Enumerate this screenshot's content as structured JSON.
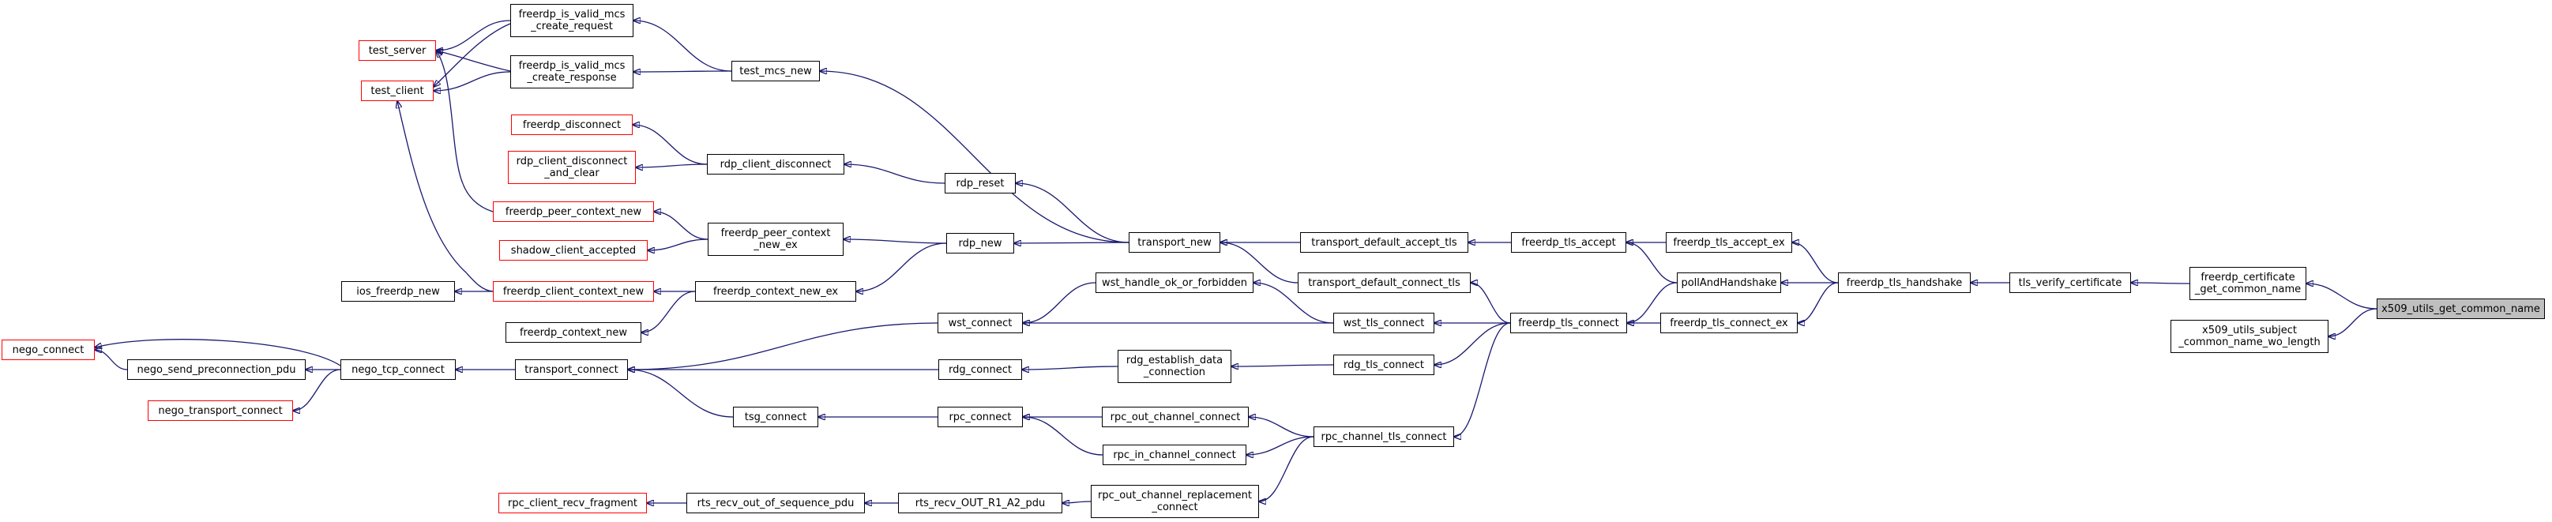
{
  "graph": {
    "root": "x509_utils_get_common_name",
    "nodes": [
      {
        "id": "x509_utils_get_common_name",
        "label": "x509_utils_get_common_name",
        "root": true
      },
      {
        "id": "freerdp_certificate_get_common_name",
        "label": "freerdp_certificate\n_get_common_name"
      },
      {
        "id": "x509_utils_subject_common_name_wo_length",
        "label": "x509_utils_subject\n_common_name_wo_length"
      },
      {
        "id": "tls_verify_certificate",
        "label": "tls_verify_certificate"
      },
      {
        "id": "freerdp_tls_handshake",
        "label": "freerdp_tls_handshake"
      },
      {
        "id": "freerdp_tls_accept_ex",
        "label": "freerdp_tls_accept_ex"
      },
      {
        "id": "pollAndHandshake",
        "label": "pollAndHandshake"
      },
      {
        "id": "freerdp_tls_connect_ex",
        "label": "freerdp_tls_connect_ex"
      },
      {
        "id": "freerdp_tls_accept",
        "label": "freerdp_tls_accept"
      },
      {
        "id": "freerdp_tls_connect",
        "label": "freerdp_tls_connect"
      },
      {
        "id": "transport_default_accept_tls",
        "label": "transport_default_accept_tls"
      },
      {
        "id": "transport_default_connect_tls",
        "label": "transport_default_connect_tls"
      },
      {
        "id": "wst_tls_connect",
        "label": "wst_tls_connect"
      },
      {
        "id": "rdg_tls_connect",
        "label": "rdg_tls_connect"
      },
      {
        "id": "rpc_channel_tls_connect",
        "label": "rpc_channel_tls_connect"
      },
      {
        "id": "transport_new",
        "label": "transport_new"
      },
      {
        "id": "wst_handle_ok_or_forbidden",
        "label": "wst_handle_ok_or_forbidden"
      },
      {
        "id": "wst_connect",
        "label": "wst_connect"
      },
      {
        "id": "rdg_establish_data_connection",
        "label": "rdg_establish_data\n_connection"
      },
      {
        "id": "rdg_connect",
        "label": "rdg_connect"
      },
      {
        "id": "rpc_out_channel_connect",
        "label": "rpc_out_channel_connect"
      },
      {
        "id": "rpc_in_channel_connect",
        "label": "rpc_in_channel_connect"
      },
      {
        "id": "rpc_out_channel_replacement_connect",
        "label": "rpc_out_channel_replacement\n_connect"
      },
      {
        "id": "rpc_connect",
        "label": "rpc_connect"
      },
      {
        "id": "rts_recv_OUT_R1_A2_pdu",
        "label": "rts_recv_OUT_R1_A2_pdu"
      },
      {
        "id": "rts_recv_out_of_sequence_pdu",
        "label": "rts_recv_out_of_sequence_pdu"
      },
      {
        "id": "rpc_client_recv_fragment",
        "label": "rpc_client_recv_fragment",
        "red": true
      },
      {
        "id": "tsg_connect",
        "label": "tsg_connect"
      },
      {
        "id": "transport_connect",
        "label": "transport_connect"
      },
      {
        "id": "nego_tcp_connect",
        "label": "nego_tcp_connect"
      },
      {
        "id": "nego_send_preconnection_pdu",
        "label": "nego_send_preconnection_pdu"
      },
      {
        "id": "nego_connect",
        "label": "nego_connect",
        "red": true
      },
      {
        "id": "nego_transport_connect",
        "label": "nego_transport_connect",
        "red": true
      },
      {
        "id": "rdp_reset",
        "label": "rdp_reset"
      },
      {
        "id": "rdp_new",
        "label": "rdp_new"
      },
      {
        "id": "test_mcs_new",
        "label": "test_mcs_new"
      },
      {
        "id": "freerdp_is_valid_mcs_create_request",
        "label": "freerdp_is_valid_mcs\n_create_request"
      },
      {
        "id": "freerdp_is_valid_mcs_create_response",
        "label": "freerdp_is_valid_mcs\n_create_response"
      },
      {
        "id": "test_server",
        "label": "test_server",
        "red": true
      },
      {
        "id": "test_client",
        "label": "test_client",
        "red": true
      },
      {
        "id": "rdp_client_disconnect",
        "label": "rdp_client_disconnect"
      },
      {
        "id": "freerdp_disconnect",
        "label": "freerdp_disconnect",
        "red": true
      },
      {
        "id": "rdp_client_disconnect_and_clear",
        "label": "rdp_client_disconnect\n_and_clear",
        "red": true
      },
      {
        "id": "freerdp_peer_context_new_ex",
        "label": "freerdp_peer_context\n_new_ex"
      },
      {
        "id": "freerdp_peer_context_new",
        "label": "freerdp_peer_context_new",
        "red": true
      },
      {
        "id": "shadow_client_accepted",
        "label": "shadow_client_accepted",
        "red": true
      },
      {
        "id": "freerdp_context_new_ex",
        "label": "freerdp_context_new_ex"
      },
      {
        "id": "freerdp_client_context_new",
        "label": "freerdp_client_context_new",
        "red": true
      },
      {
        "id": "ios_freerdp_new",
        "label": "ios_freerdp_new"
      },
      {
        "id": "freerdp_context_new",
        "label": "freerdp_context_new"
      }
    ],
    "edges": [
      [
        "freerdp_certificate_get_common_name",
        "x509_utils_get_common_name"
      ],
      [
        "x509_utils_subject_common_name_wo_length",
        "x509_utils_get_common_name"
      ],
      [
        "tls_verify_certificate",
        "freerdp_certificate_get_common_name"
      ],
      [
        "freerdp_tls_handshake",
        "tls_verify_certificate"
      ],
      [
        "freerdp_tls_accept_ex",
        "freerdp_tls_handshake"
      ],
      [
        "pollAndHandshake",
        "freerdp_tls_handshake"
      ],
      [
        "freerdp_tls_connect_ex",
        "freerdp_tls_handshake"
      ],
      [
        "freerdp_tls_accept",
        "freerdp_tls_accept_ex"
      ],
      [
        "freerdp_tls_accept",
        "pollAndHandshake"
      ],
      [
        "freerdp_tls_connect",
        "pollAndHandshake"
      ],
      [
        "freerdp_tls_connect",
        "freerdp_tls_connect_ex"
      ],
      [
        "transport_default_accept_tls",
        "freerdp_tls_accept"
      ],
      [
        "transport_default_connect_tls",
        "freerdp_tls_connect"
      ],
      [
        "wst_tls_connect",
        "freerdp_tls_connect"
      ],
      [
        "rdg_tls_connect",
        "freerdp_tls_connect"
      ],
      [
        "rpc_channel_tls_connect",
        "freerdp_tls_connect"
      ],
      [
        "transport_new",
        "transport_default_accept_tls"
      ],
      [
        "transport_new",
        "transport_default_connect_tls"
      ],
      [
        "wst_handle_ok_or_forbidden",
        "wst_tls_connect"
      ],
      [
        "wst_connect",
        "wst_tls_connect"
      ],
      [
        "wst_connect",
        "wst_handle_ok_or_forbidden"
      ],
      [
        "rdg_establish_data_connection",
        "rdg_tls_connect"
      ],
      [
        "rdg_connect",
        "rdg_establish_data_connection"
      ],
      [
        "rpc_out_channel_connect",
        "rpc_channel_tls_connect"
      ],
      [
        "rpc_in_channel_connect",
        "rpc_channel_tls_connect"
      ],
      [
        "rpc_out_channel_replacement_connect",
        "rpc_channel_tls_connect"
      ],
      [
        "rpc_connect",
        "rpc_out_channel_connect"
      ],
      [
        "rpc_connect",
        "rpc_in_channel_connect"
      ],
      [
        "rts_recv_OUT_R1_A2_pdu",
        "rpc_out_channel_replacement_connect"
      ],
      [
        "rts_recv_out_of_sequence_pdu",
        "rts_recv_OUT_R1_A2_pdu"
      ],
      [
        "rpc_client_recv_fragment",
        "rts_recv_out_of_sequence_pdu"
      ],
      [
        "tsg_connect",
        "rpc_connect"
      ],
      [
        "transport_connect",
        "tsg_connect"
      ],
      [
        "transport_connect",
        "rdg_connect"
      ],
      [
        "transport_connect",
        "wst_connect"
      ],
      [
        "nego_tcp_connect",
        "transport_connect"
      ],
      [
        "nego_send_preconnection_pdu",
        "nego_tcp_connect"
      ],
      [
        "nego_connect",
        "nego_tcp_connect"
      ],
      [
        "nego_connect",
        "nego_send_preconnection_pdu"
      ],
      [
        "nego_transport_connect",
        "nego_tcp_connect"
      ],
      [
        "rdp_reset",
        "transport_new"
      ],
      [
        "rdp_new",
        "transport_new"
      ],
      [
        "test_mcs_new",
        "transport_new"
      ],
      [
        "freerdp_is_valid_mcs_create_request",
        "test_mcs_new"
      ],
      [
        "freerdp_is_valid_mcs_create_response",
        "test_mcs_new"
      ],
      [
        "test_server",
        "freerdp_is_valid_mcs_create_request"
      ],
      [
        "test_server",
        "freerdp_is_valid_mcs_create_response"
      ],
      [
        "test_client",
        "freerdp_is_valid_mcs_create_request"
      ],
      [
        "test_client",
        "freerdp_is_valid_mcs_create_response"
      ],
      [
        "rdp_client_disconnect",
        "rdp_reset"
      ],
      [
        "freerdp_disconnect",
        "rdp_client_disconnect"
      ],
      [
        "rdp_client_disconnect_and_clear",
        "rdp_client_disconnect"
      ],
      [
        "freerdp_peer_context_new_ex",
        "rdp_new"
      ],
      [
        "freerdp_context_new_ex",
        "rdp_new"
      ],
      [
        "freerdp_peer_context_new",
        "freerdp_peer_context_new_ex"
      ],
      [
        "shadow_client_accepted",
        "freerdp_peer_context_new_ex"
      ],
      [
        "freerdp_client_context_new",
        "freerdp_context_new_ex"
      ],
      [
        "freerdp_context_new",
        "freerdp_context_new_ex"
      ],
      [
        "ios_freerdp_new",
        "freerdp_client_context_new"
      ],
      [
        "test_server",
        "freerdp_peer_context_new"
      ],
      [
        "test_client",
        "freerdp_client_context_new"
      ]
    ]
  }
}
